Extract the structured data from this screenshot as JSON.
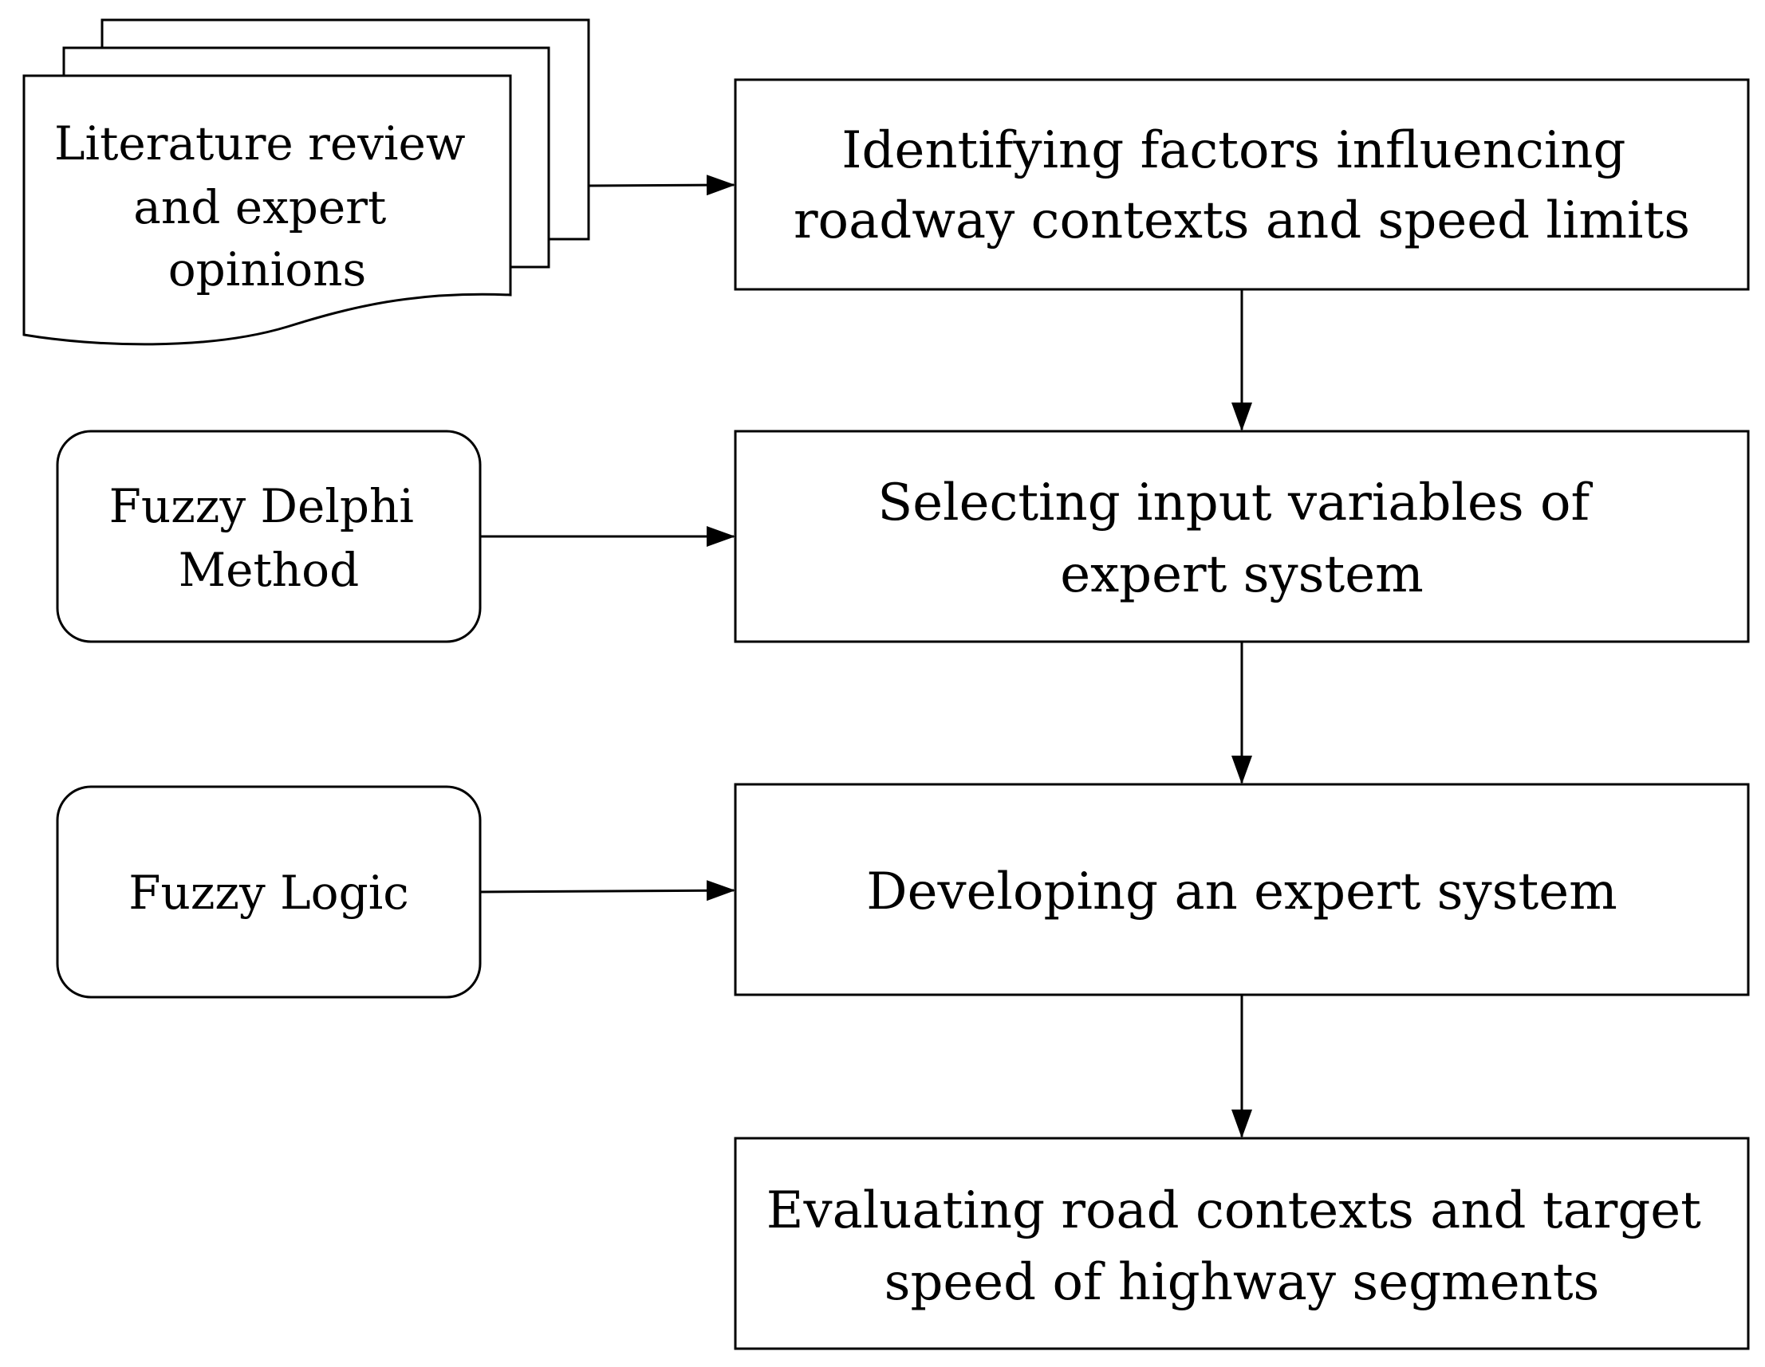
{
  "diagram": {
    "nodes": {
      "literature": {
        "lines": [
          "Literature review",
          "and expert",
          "opinions"
        ]
      },
      "fuzzy_delphi": {
        "lines": [
          "Fuzzy Delphi",
          "Method"
        ]
      },
      "fuzzy_logic": {
        "lines": [
          "Fuzzy Logic"
        ]
      },
      "identifying": {
        "lines": [
          "Identifying factors influencing",
          "roadway contexts and speed limits"
        ]
      },
      "selecting": {
        "lines": [
          "Selecting input variables of",
          "expert system"
        ]
      },
      "developing": {
        "lines": [
          "Developing an expert system"
        ]
      },
      "evaluating": {
        "lines": [
          "Evaluating road contexts and target",
          "speed of highway segments"
        ]
      }
    },
    "colors": {
      "stroke": "#000000",
      "fill": "#ffffff",
      "text": "#000000"
    }
  }
}
